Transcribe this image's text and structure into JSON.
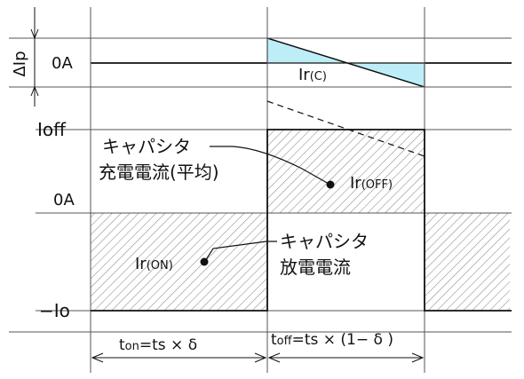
{
  "labels": {
    "delta_ip": "ΔIp",
    "zero_top": "0A",
    "ioff": "Ioff",
    "zero_mid": "0A",
    "neg_io": "−Io"
  },
  "annotations": {
    "ir_c_main": "Ir",
    "ir_c_sub": "(C)",
    "ir_off_main": "Ir",
    "ir_off_sub": "(OFF)",
    "ir_on_main": "Ir",
    "ir_on_sub": "(ON)",
    "charge_line1": "キャパシタ",
    "charge_line2": "充電電流(平均)",
    "discharge_line1": "キャパシタ",
    "discharge_line2": "放電電流"
  },
  "timing": {
    "ton_t": "t",
    "ton_sub": "on",
    "ton_rest": "=ts × δ",
    "toff_t": "t",
    "toff_sub": "off",
    "toff_rest": "=ts × (1− δ )"
  },
  "colors": {
    "line": "#111111",
    "grid": "#555555",
    "ripple_fill": "#bdeef8",
    "hatch": "#7a7a7a"
  }
}
